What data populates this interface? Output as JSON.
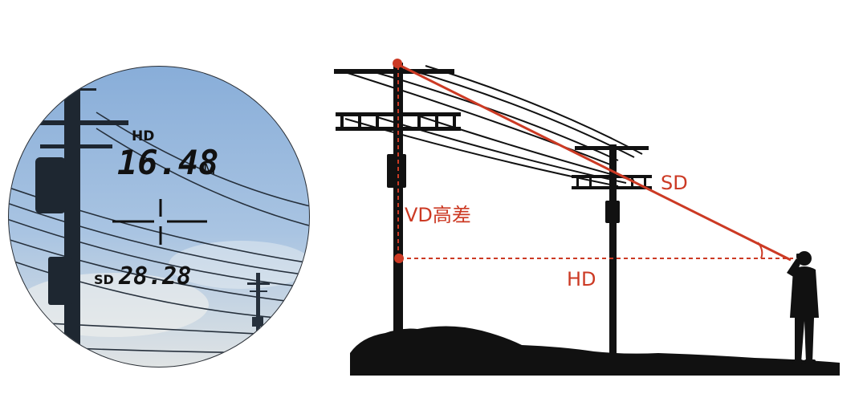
{
  "viewfinder": {
    "hd_label": "HD",
    "hd_value": "16.48",
    "hd_unit": "M",
    "sd_label": "SD",
    "sd_value": "28.28"
  },
  "diagram": {
    "sd_label": "SD",
    "vd_label": "VD高差",
    "hd_label": "HD"
  },
  "colors": {
    "measure_red": "#cc3a24",
    "silhouette": "#111111",
    "sky_top": "#8fb4dc",
    "sky_bottom": "#dfe6ec"
  }
}
